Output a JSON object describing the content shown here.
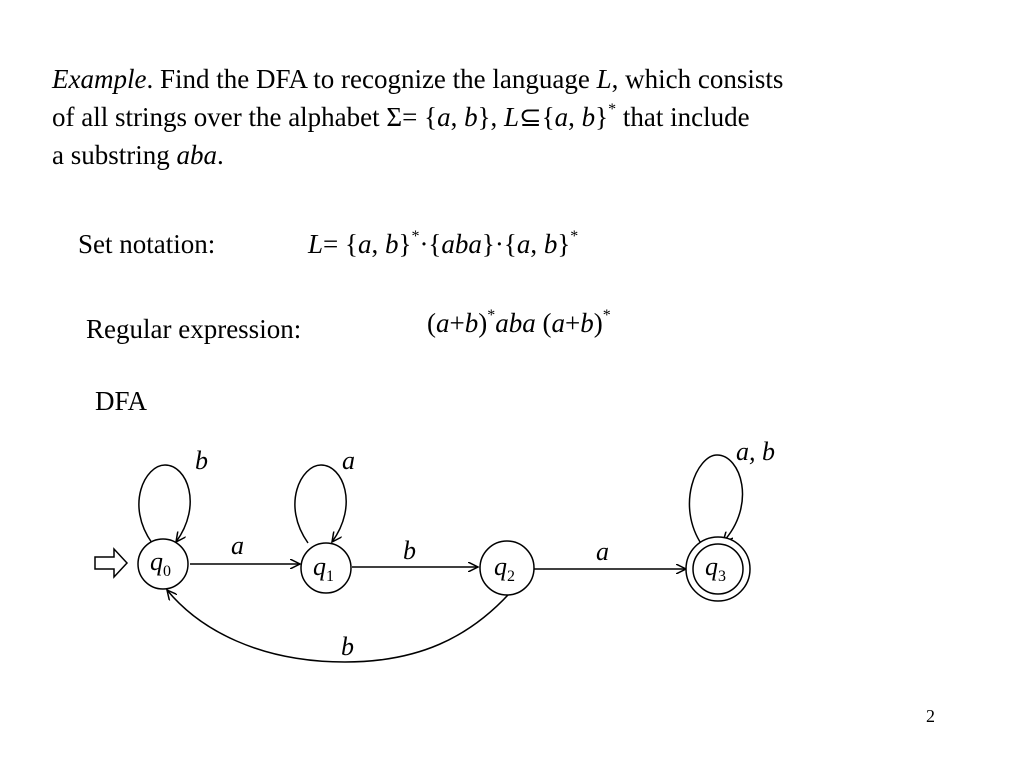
{
  "intro": {
    "example_word": "Example",
    "line1_rest": ". Find the DFA to recognize the language ",
    "lang_symbol": "L",
    "line1_tail": ", which consists",
    "line2_start": "of all strings over the alphabet Σ= {",
    "sym_a": "a",
    "comma": ", ",
    "sym_b": "b",
    "line2_close": "},  ",
    "subseteq": "⊆",
    "open_brace": "{",
    "close_brace": "}",
    "star": "*",
    "line2_tail": " that include",
    "line3_start": "a substring ",
    "substring": "aba",
    "period": "."
  },
  "set_notation": {
    "label": "Set notation:",
    "L": "L",
    "eq_open": "= {",
    "sep": ", ",
    "close": "}",
    "star": "*",
    "dot_open": "·{",
    "aba": "aba",
    "dot_open2": "}·{"
  },
  "regex": {
    "label": "Regular expression:",
    "open": "(",
    "a": "a",
    "plus": "+",
    "b": "b",
    "close": ")",
    "star": "*",
    "aba": "aba",
    "space": " "
  },
  "dfa": {
    "label": "DFA",
    "states": [
      {
        "id": "q0",
        "base": "q",
        "sub": "0",
        "initial": true,
        "accepting": false,
        "self_loop": "b"
      },
      {
        "id": "q1",
        "base": "q",
        "sub": "1",
        "initial": false,
        "accepting": false,
        "self_loop": "a"
      },
      {
        "id": "q2",
        "base": "q",
        "sub": "2",
        "initial": false,
        "accepting": false,
        "self_loop": ""
      },
      {
        "id": "q3",
        "base": "q",
        "sub": "3",
        "initial": false,
        "accepting": true,
        "self_loop": "a, b"
      }
    ],
    "transitions": [
      {
        "from": "q0",
        "to": "q1",
        "symbol": "a"
      },
      {
        "from": "q1",
        "to": "q2",
        "symbol": "b"
      },
      {
        "from": "q2",
        "to": "q3",
        "symbol": "a"
      },
      {
        "from": "q2",
        "to": "q0",
        "symbol": "b"
      }
    ]
  },
  "page_number": "2"
}
